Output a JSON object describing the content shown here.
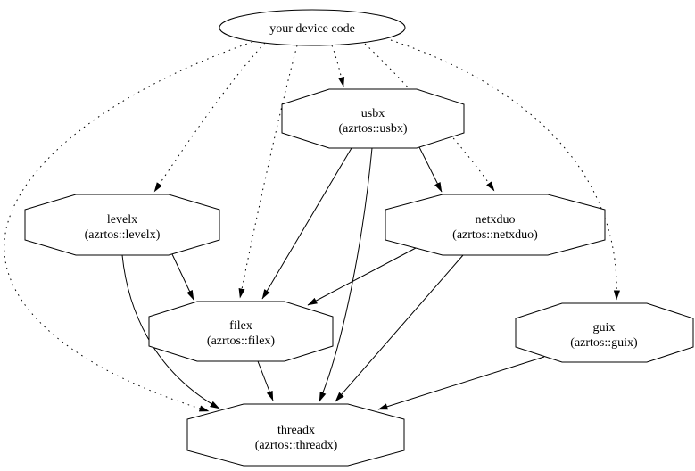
{
  "diagram": {
    "background_color": "#ffffff",
    "node_fill_color": "#ffffff",
    "line_color": "#000000",
    "nodes": {
      "device": {
        "label": "your device code",
        "shape": "ellipse"
      },
      "usbx": {
        "label": "usbx",
        "sublabel": "(azrtos::usbx)",
        "shape": "octagon"
      },
      "levelx": {
        "label": "levelx",
        "sublabel": "(azrtos::levelx)",
        "shape": "octagon"
      },
      "netxduo": {
        "label": "netxduo",
        "sublabel": "(azrtos::netxduo)",
        "shape": "octagon"
      },
      "filex": {
        "label": "filex",
        "sublabel": "(azrtos::filex)",
        "shape": "octagon"
      },
      "guix": {
        "label": "guix",
        "sublabel": "(azrtos::guix)",
        "shape": "octagon"
      },
      "threadx": {
        "label": "threadx",
        "sublabel": "(azrtos::threadx)",
        "shape": "octagon"
      }
    },
    "edges": [
      {
        "from": "device",
        "to": "usbx",
        "style": "dotted"
      },
      {
        "from": "device",
        "to": "levelx",
        "style": "dotted"
      },
      {
        "from": "device",
        "to": "netxduo",
        "style": "dotted"
      },
      {
        "from": "device",
        "to": "filex",
        "style": "dotted"
      },
      {
        "from": "device",
        "to": "guix",
        "style": "dotted"
      },
      {
        "from": "device",
        "to": "threadx",
        "style": "dotted"
      },
      {
        "from": "usbx",
        "to": "netxduo",
        "style": "solid"
      },
      {
        "from": "usbx",
        "to": "filex",
        "style": "solid"
      },
      {
        "from": "usbx",
        "to": "threadx",
        "style": "solid"
      },
      {
        "from": "levelx",
        "to": "filex",
        "style": "solid"
      },
      {
        "from": "levelx",
        "to": "threadx",
        "style": "solid"
      },
      {
        "from": "netxduo",
        "to": "filex",
        "style": "solid"
      },
      {
        "from": "netxduo",
        "to": "threadx",
        "style": "solid"
      },
      {
        "from": "filex",
        "to": "threadx",
        "style": "solid"
      },
      {
        "from": "guix",
        "to": "threadx",
        "style": "solid"
      }
    ]
  }
}
